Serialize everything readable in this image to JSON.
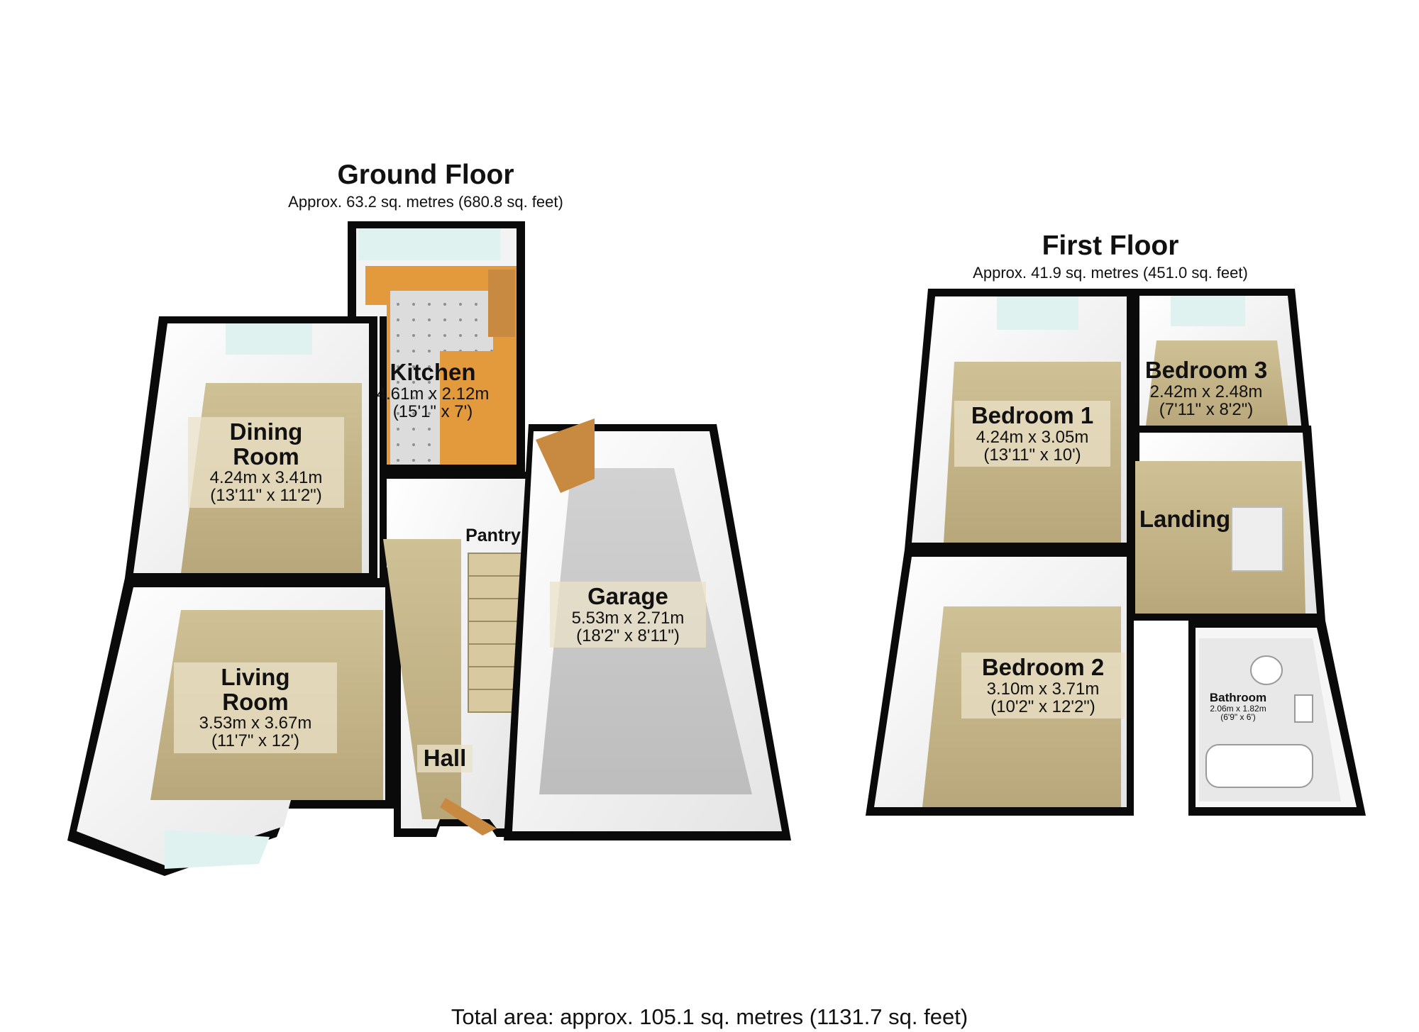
{
  "ground_floor": {
    "title": "Ground Floor",
    "area": "Approx. 63.2 sq. metres (680.8 sq. feet)",
    "rooms": {
      "kitchen": {
        "name": "Kitchen",
        "dim_m": "4.61m x 2.12m",
        "dim_ft": "(15'1\" x 7')"
      },
      "dining": {
        "name_line1": "Dining",
        "name_line2": "Room",
        "dim_m": "4.24m x 3.41m",
        "dim_ft": "(13'11\" x 11'2\")"
      },
      "living": {
        "name_line1": "Living",
        "name_line2": "Room",
        "dim_m": "3.53m x 3.67m",
        "dim_ft": "(11'7\" x 12')"
      },
      "pantry": {
        "name": "Pantry"
      },
      "hall": {
        "name": "Hall"
      },
      "garage": {
        "name": "Garage",
        "dim_m": "5.53m x 2.71m",
        "dim_ft": "(18'2\" x 8'11\")"
      }
    }
  },
  "first_floor": {
    "title": "First Floor",
    "area": "Approx. 41.9 sq. metres (451.0 sq. feet)",
    "rooms": {
      "bedroom1": {
        "name": "Bedroom 1",
        "dim_m": "4.24m x 3.05m",
        "dim_ft": "(13'11\" x 10')"
      },
      "bedroom2": {
        "name": "Bedroom 2",
        "dim_m": "3.10m x 3.71m",
        "dim_ft": "(10'2\" x 12'2\")"
      },
      "bedroom3": {
        "name": "Bedroom 3",
        "dim_m": "2.42m x 2.48m",
        "dim_ft": "(7'11\" x 8'2\")"
      },
      "landing": {
        "name": "Landing"
      },
      "bathroom": {
        "name": "Bathroom",
        "dim_m": "2.06m x 1.82m",
        "dim_ft": "(6'9\" x 6')"
      }
    }
  },
  "total_area": "Total area: approx. 105.1 sq. metres (1131.7 sq. feet)",
  "colors": {
    "wall": "#0a0a0a",
    "carpet": "#c9b98c",
    "garage_floor": "#c8c8c8",
    "kitchen_floor": "#d8d8d8",
    "worktop": "#e39a3c",
    "window": "#dff2f0",
    "door": "#c88a40"
  }
}
